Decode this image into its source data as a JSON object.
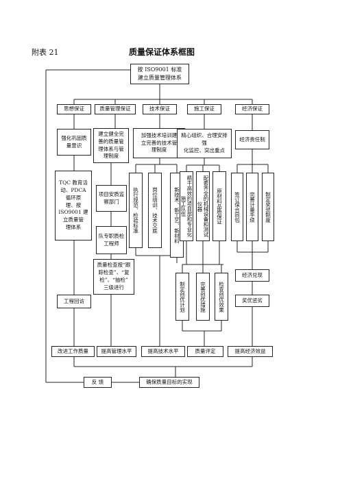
{
  "header": {
    "appendix": "附表 21",
    "title": "质量保证体系框图"
  },
  "top": "按 ISO9001 标准\n建立质量管理体系",
  "cats": [
    "思想保证",
    "质量管理保证",
    "技术保证",
    "施工保证",
    "经济保证"
  ],
  "r2": [
    "强化巩固质\n量意识",
    "建立健全完\n善的质量管\n理体系与管\n理制度",
    "加强技术培训建\n立完善的技术管\n理制度",
    "精心组织、合理安排强\n化监控、突出重点",
    "经济责任制"
  ],
  "left1": "TQC 教育活\n动、PDCA\n循环原\n理、按\nISO9001 建\n立质量管\n理体系",
  "left2": "工程回访",
  "mg1": "项目安质监\n察部门",
  "mg2": "队专职质检\n工程师",
  "mg3": "质量检查按“跟\n踪检查”、“复\n检”、“抽检”\n三级进行",
  "tech": [
    "执行规范、检验标准",
    "岗位培训、技术交底",
    "新技术、新工艺、新材料"
  ],
  "cons": [
    "精干高效的项目部和专业化施工队伍",
    "配套齐全的机械设备和测试仪器",
    "原材料品质保证"
  ],
  "cons2": [
    "制定创优计划",
    "完善创优措施",
    "检查创优效果"
  ],
  "eco": [
    "签订保合同包",
    "完善计量手续",
    "制定奖惩制度"
  ],
  "eco2": [
    "经济兑现",
    "奖优惩劣"
  ],
  "bottom": [
    "改进工作质量",
    "提高管理水平",
    "提高技术水平",
    "质量评定",
    "提高经济效益"
  ],
  "feedback": "反  馈",
  "goal": "确保质量目标的实现"
}
